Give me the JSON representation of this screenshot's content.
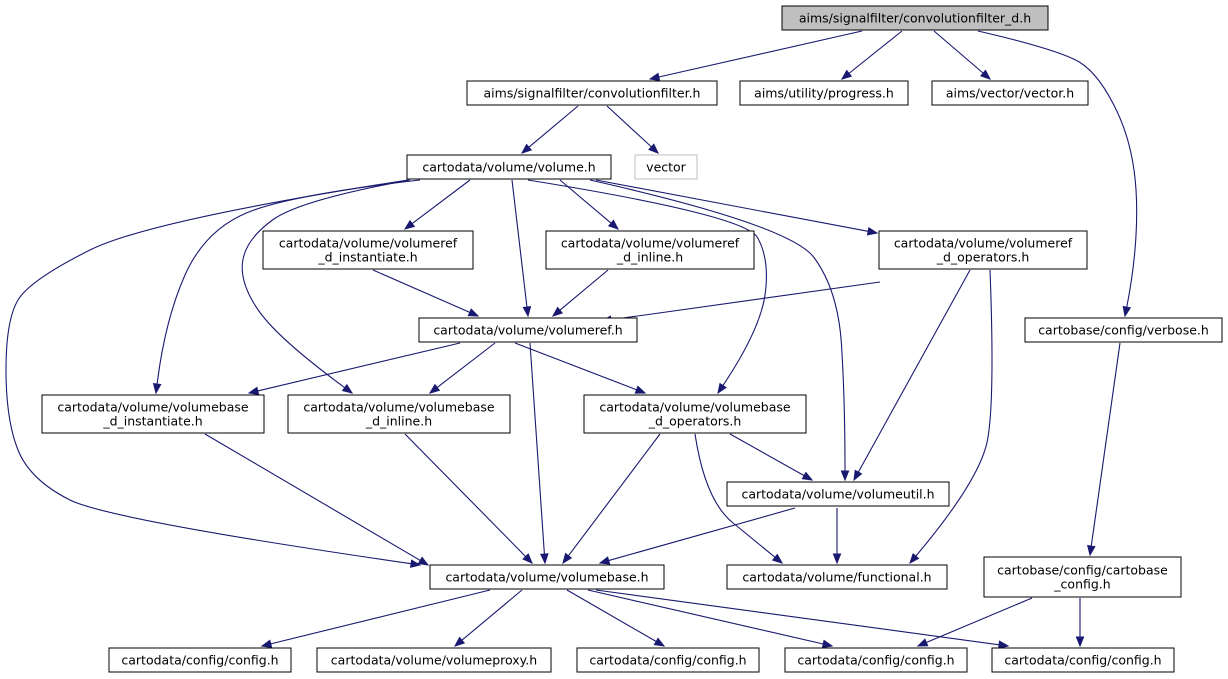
{
  "graph": {
    "nodes": [
      {
        "id": "root",
        "lines": [
          "aims/signalfilter/convolutionfilter_d.h"
        ],
        "style": "root"
      },
      {
        "id": "convfilter",
        "lines": [
          "aims/signalfilter/convolutionfilter.h"
        ]
      },
      {
        "id": "progress",
        "lines": [
          "aims/utility/progress.h"
        ]
      },
      {
        "id": "vector_h",
        "lines": [
          "aims/vector/vector.h"
        ]
      },
      {
        "id": "volume",
        "lines": [
          "cartodata/volume/volume.h"
        ]
      },
      {
        "id": "vector_std",
        "lines": [
          "vector"
        ],
        "style": "external"
      },
      {
        "id": "vref_inst",
        "lines": [
          "cartodata/volume/volumeref",
          "_d_instantiate.h"
        ]
      },
      {
        "id": "vref_inline",
        "lines": [
          "cartodata/volume/volumeref",
          "_d_inline.h"
        ]
      },
      {
        "id": "vref_ops",
        "lines": [
          "cartodata/volume/volumeref",
          "_d_operators.h"
        ]
      },
      {
        "id": "vref",
        "lines": [
          "cartodata/volume/volumeref.h"
        ]
      },
      {
        "id": "verbose",
        "lines": [
          "cartobase/config/verbose.h"
        ]
      },
      {
        "id": "vbase_inst",
        "lines": [
          "cartodata/volume/volumebase",
          "_d_instantiate.h"
        ]
      },
      {
        "id": "vbase_inline",
        "lines": [
          "cartodata/volume/volumebase",
          "_d_inline.h"
        ]
      },
      {
        "id": "vbase_ops",
        "lines": [
          "cartodata/volume/volumebase",
          "_d_operators.h"
        ]
      },
      {
        "id": "volutil",
        "lines": [
          "cartodata/volume/volumeutil.h"
        ]
      },
      {
        "id": "vbase",
        "lines": [
          "cartodata/volume/volumebase.h"
        ]
      },
      {
        "id": "functional",
        "lines": [
          "cartodata/volume/functional.h"
        ]
      },
      {
        "id": "cbconfig",
        "lines": [
          "cartobase/config/cartobase",
          "_config.h"
        ]
      },
      {
        "id": "config1",
        "lines": [
          "cartodata/config/config.h"
        ]
      },
      {
        "id": "vproxy",
        "lines": [
          "cartodata/volume/volumeproxy.h"
        ]
      },
      {
        "id": "config2",
        "lines": [
          "cartodata/config/config.h"
        ]
      },
      {
        "id": "config3",
        "lines": [
          "cartodata/config/config.h"
        ]
      },
      {
        "id": "config4",
        "lines": [
          "cartodata/config/config.h"
        ]
      }
    ],
    "edges": [
      [
        "root",
        "convfilter"
      ],
      [
        "root",
        "progress"
      ],
      [
        "root",
        "vector_h"
      ],
      [
        "root",
        "verbose"
      ],
      [
        "convfilter",
        "volume"
      ],
      [
        "convfilter",
        "vector_std"
      ],
      [
        "volume",
        "vref_inst"
      ],
      [
        "volume",
        "vref_inline"
      ],
      [
        "volume",
        "vref_ops"
      ],
      [
        "volume",
        "vref"
      ],
      [
        "volume",
        "vbase_inst"
      ],
      [
        "volume",
        "vbase_inline"
      ],
      [
        "volume",
        "vbase_ops"
      ],
      [
        "volume",
        "volutil"
      ],
      [
        "volume",
        "vbase"
      ],
      [
        "vref_inst",
        "vref"
      ],
      [
        "vref_inline",
        "vref"
      ],
      [
        "vref_ops",
        "vref"
      ],
      [
        "vref_ops",
        "volutil"
      ],
      [
        "vref_ops",
        "functional"
      ],
      [
        "vref",
        "vbase_inst"
      ],
      [
        "vref",
        "vbase_inline"
      ],
      [
        "vref",
        "vbase_ops"
      ],
      [
        "vref",
        "vbase"
      ],
      [
        "vbase_inst",
        "vbase"
      ],
      [
        "vbase_inline",
        "vbase"
      ],
      [
        "vbase_ops",
        "vbase"
      ],
      [
        "vbase_ops",
        "volutil"
      ],
      [
        "vbase_ops",
        "functional"
      ],
      [
        "volutil",
        "vbase"
      ],
      [
        "volutil",
        "functional"
      ],
      [
        "vbase",
        "config1"
      ],
      [
        "vbase",
        "vproxy"
      ],
      [
        "vbase",
        "config2"
      ],
      [
        "vbase",
        "config3"
      ],
      [
        "vbase",
        "config4"
      ],
      [
        "verbose",
        "cbconfig"
      ],
      [
        "cbconfig",
        "config3"
      ],
      [
        "cbconfig",
        "config4"
      ]
    ]
  }
}
